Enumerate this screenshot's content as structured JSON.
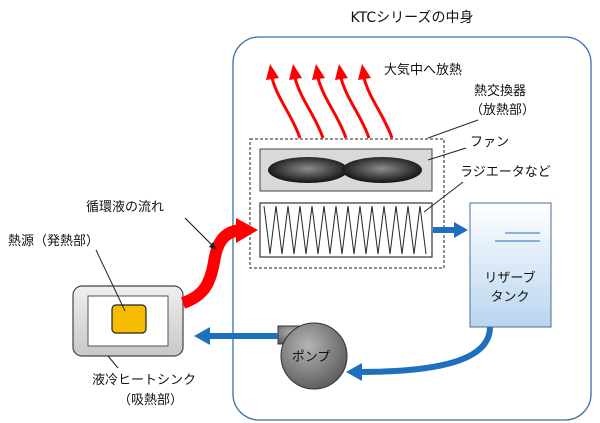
{
  "title": "KTCシリーズの中身",
  "labels": {
    "atmosphere": "大気中へ放熱",
    "heat_exchanger_line1": "熱交換器",
    "heat_exchanger_line2": "（放熱部）",
    "fan": "ファン",
    "radiator": "ラジエータなど",
    "flow": "循環液の流れ",
    "heat_source": "熱源（発熱部）",
    "reservoir_line1": "リザーブ",
    "reservoir_line2": "タンク",
    "pump": "ポンプ",
    "heatsink_line1": "液冷ヒートシンク",
    "heatsink_line2": "（吸熱部）"
  },
  "colors": {
    "hot": "#ff0000",
    "cool": "#1f6fbf",
    "frame": "#3b6ea8",
    "tank": "#c5dcf2",
    "source": "#f7bd00",
    "pump": "#8a8a8a"
  }
}
